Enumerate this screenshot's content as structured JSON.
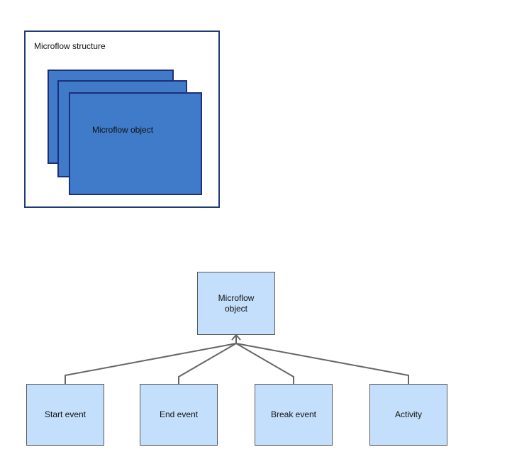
{
  "structure": {
    "label": "Microflow structure",
    "object_label": "Microflow object"
  },
  "hierarchy": {
    "root_label": "Microflow\nobject",
    "children": [
      {
        "label": "Start event"
      },
      {
        "label": "End event"
      },
      {
        "label": "Break event"
      },
      {
        "label": "Activity"
      }
    ]
  },
  "colors": {
    "frame_border": "#1f3a75",
    "card_fill": "#3f7bc8",
    "card_border": "#1e2f7a",
    "box_fill": "#c4dffb",
    "connector": "#666666"
  }
}
